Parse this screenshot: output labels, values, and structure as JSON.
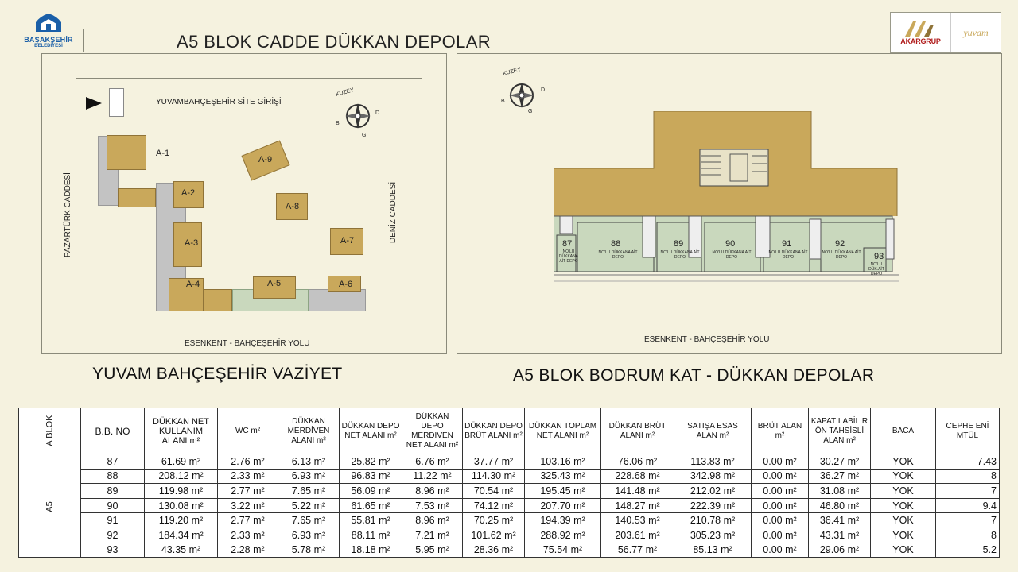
{
  "logos": {
    "municipality_name": "BAŞAKŞEHİR",
    "municipality_sub": "BELEDİYESİ",
    "developer": "AKARGRUP",
    "project": "yuvam"
  },
  "title": "A5 BLOK  CADDE DÜKKAN DEPOLAR",
  "site_plan": {
    "entrance": "YUVAMBAHÇEŞEHİR SİTE GİRİŞİ",
    "road_left": "PAZARTÜRK CADDESİ",
    "road_right": "DENİZ CADDESİ",
    "road_bottom": "ESENKENT - BAHÇEŞEHİR YOLU",
    "compass": {
      "north": "KUZEY",
      "b": "B",
      "d": "D",
      "g": "G"
    },
    "blocks": [
      "A-1",
      "A-2",
      "A-3",
      "A-4",
      "A-5",
      "A-6",
      "A-7",
      "A-8",
      "A-9"
    ],
    "caption": "YUVAM BAHÇEŞEHİR VAZİYET"
  },
  "floor_plan": {
    "road_bottom": "ESENKENT - BAHÇEŞEHİR YOLU",
    "compass": {
      "north": "KUZEY",
      "b": "B",
      "d": "D",
      "g": "G"
    },
    "units": [
      {
        "no": "87",
        "desc": "NO'LU DÜKKANA AİT DEPO"
      },
      {
        "no": "88",
        "desc": "NO'LU DÜKKANA AİT DEPO"
      },
      {
        "no": "89",
        "desc": "NO'LU DÜKKANA AİT DEPO"
      },
      {
        "no": "90",
        "desc": "NO'LU DÜKKANA AİT DEPO"
      },
      {
        "no": "91",
        "desc": "NO'LU DÜKKANA AİT DEPO"
      },
      {
        "no": "92",
        "desc": "NO'LU DÜKKANA AİT DEPO"
      },
      {
        "no": "93",
        "desc": "NO'LU DÜK.AİT DEPO"
      }
    ],
    "caption": "A5 BLOK BODRUM KAT - DÜKKAN DEPOLAR"
  },
  "table": {
    "headers": [
      "A BLOK",
      "B.B. NO",
      "DÜKKAN NET KULLANIM ALANI m²",
      "WC m²",
      "DÜKKAN MERDİVEN ALANI m²",
      "DÜKKAN DEPO NET ALANI m²",
      "DÜKKAN DEPO MERDİVEN NET ALANI m²",
      "DÜKKAN DEPO BRÜT ALANI m²",
      "DÜKKAN TOPLAM NET ALANI m²",
      "DÜKKAN BRÜT ALANI m²",
      "SATIŞA ESAS ALAN m²",
      "BRÜT ALAN m²",
      "KAPATILABİLİR ÖN TAHSİSLİ ALAN m²",
      "BACA",
      "CEPHE ENİ MTÜL"
    ],
    "block": "A5",
    "rows": [
      [
        "87",
        "61.69 m²",
        "2.76 m²",
        "6.13 m²",
        "25.82 m²",
        "6.76 m²",
        "37.77 m²",
        "103.16 m²",
        "76.06 m²",
        "113.83 m²",
        "0.00 m²",
        "30.27 m²",
        "YOK",
        "7.43"
      ],
      [
        "88",
        "208.12 m²",
        "2.33 m²",
        "6.93 m²",
        "96.83 m²",
        "11.22 m²",
        "114.30 m²",
        "325.43 m²",
        "228.68 m²",
        "342.98 m²",
        "0.00 m²",
        "36.27 m²",
        "YOK",
        "8"
      ],
      [
        "89",
        "119.98 m²",
        "2.77 m²",
        "7.65 m²",
        "56.09 m²",
        "8.96 m²",
        "70.54 m²",
        "195.45 m²",
        "141.48 m²",
        "212.02 m²",
        "0.00 m²",
        "31.08 m²",
        "YOK",
        "7"
      ],
      [
        "90",
        "130.08 m²",
        "3.22 m²",
        "5.22 m²",
        "61.65 m²",
        "7.53 m²",
        "74.12 m²",
        "207.70 m²",
        "148.27 m²",
        "222.39 m²",
        "0.00 m²",
        "46.80 m²",
        "YOK",
        "9.4"
      ],
      [
        "91",
        "119.20 m²",
        "2.77 m²",
        "7.65 m²",
        "55.81 m²",
        "8.96 m²",
        "70.25 m²",
        "194.39 m²",
        "140.53 m²",
        "210.78 m²",
        "0.00 m²",
        "36.41 m²",
        "YOK",
        "7"
      ],
      [
        "92",
        "184.34 m²",
        "2.33 m²",
        "6.93 m²",
        "88.11 m²",
        "7.21 m²",
        "101.62 m²",
        "288.92 m²",
        "203.61 m²",
        "305.23 m²",
        "0.00 m²",
        "43.31 m²",
        "YOK",
        "8"
      ],
      [
        "93",
        "43.35 m²",
        "2.28 m²",
        "5.78 m²",
        "18.18 m²",
        "5.95 m²",
        "28.36 m²",
        "75.54 m²",
        "56.77 m²",
        "85.13 m²",
        "0.00 m²",
        "29.06 m²",
        "YOK",
        "5.2"
      ]
    ]
  }
}
